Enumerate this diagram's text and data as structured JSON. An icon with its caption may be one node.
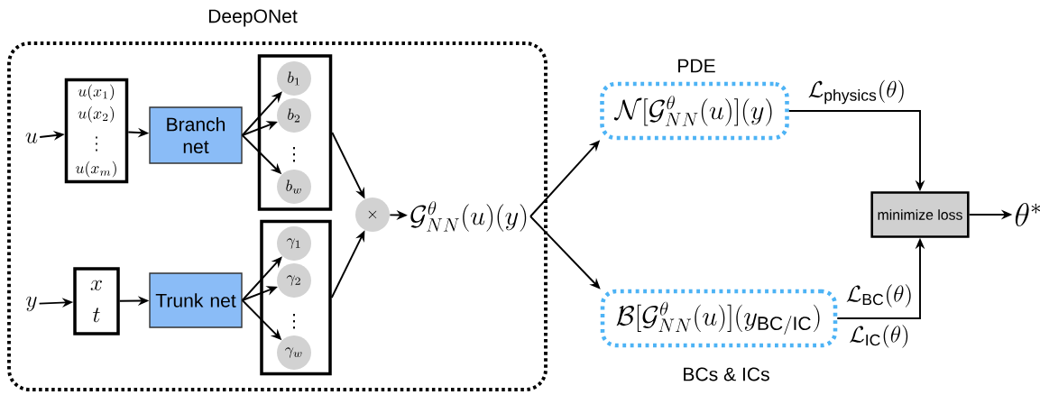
{
  "diagram": {
    "nodes": [
      {
        "text": [
          "DeepONet"
        ]
      },
      {
        "text": [
          "u"
        ],
        "in": 0
      },
      {
        "text": [
          "u(x_1)",
          "u(x_2)",
          "\\vdots",
          "u(x_m)"
        ],
        "in": 0
      },
      {
        "text": [
          "Branch net"
        ],
        "in": 0
      },
      {
        "text": [],
        "shape": "box",
        "in": 0
      },
      {
        "text": [
          "b_1"
        ],
        "in": 4
      },
      {
        "text": [
          "b_2"
        ],
        "in": 4
      },
      {
        "text": [
          "b_w"
        ],
        "in": 4
      },
      {
        "text": [
          "y"
        ],
        "in": 0
      },
      {
        "text": [
          "x",
          "t"
        ],
        "in": 0
      },
      {
        "text": [
          "Trunk net"
        ],
        "in": 0
      },
      {
        "text": [],
        "shape": "box",
        "in": 0
      },
      {
        "text": [
          "\\gamma_1"
        ],
        "in": 11
      },
      {
        "text": [
          "\\gamma_2"
        ],
        "in": 11
      },
      {
        "text": [
          "\\gamma_w"
        ],
        "in": 11
      },
      {
        "text": [
          "\\times"
        ],
        "in": 0
      },
      {
        "text": [
          "\\mathcal{G}^{\\theta}_{NN}(u)(y)"
        ],
        "in": 0
      },
      {
        "text": [
          "PDE",
          "\\mathcal{N}[\\mathcal{G}^{\\theta}_{NN}(u)](y)"
        ]
      },
      {
        "text": [
          "\\mathcal{B}[\\mathcal{G}^{\\theta}_{NN}(u)](y_{\\mathrm{BC/IC}})",
          "BCs & ICs"
        ]
      },
      {
        "text": [
          "minimize loss"
        ]
      },
      {
        "text": [
          "\\theta^{*}"
        ]
      }
    ],
    "edges": [
      {
        "from": 1,
        "to": 2,
        "arrow": "to"
      },
      {
        "from": 2,
        "to": 3,
        "arrow": "to"
      },
      {
        "from": 3,
        "to": 5,
        "arrow": "to"
      },
      {
        "from": 3,
        "to": 6,
        "arrow": "to"
      },
      {
        "from": 3,
        "to": 7,
        "arrow": "to"
      },
      {
        "from": 4,
        "to": 15,
        "arrow": "to"
      },
      {
        "from": 8,
        "to": 9,
        "arrow": "to"
      },
      {
        "from": 9,
        "to": 10,
        "arrow": "to"
      },
      {
        "from": 10,
        "to": 12,
        "arrow": "to"
      },
      {
        "from": 10,
        "to": 13,
        "arrow": "to"
      },
      {
        "from": 10,
        "to": 14,
        "arrow": "to"
      },
      {
        "from": 11,
        "to": 15,
        "arrow": "to"
      },
      {
        "from": 15,
        "to": 16,
        "arrow": "to"
      },
      {
        "from": 16,
        "to": 17,
        "arrow": "to"
      },
      {
        "from": 16,
        "to": 18,
        "arrow": "to"
      },
      {
        "from": 17,
        "to": 19,
        "arrow": "to",
        "label": "\\mathcal{L}_{\\mathrm{physics}}(\\theta)"
      },
      {
        "from": 18,
        "to": 19,
        "arrow": "to",
        "label": "\\mathcal{L}_{\\mathrm{BC}}(\\theta)"
      },
      {
        "from": 19,
        "to": 20,
        "arrow": "to"
      }
    ],
    "labels": [
      "\\vdots",
      "\\vdots",
      "\\mathcal{L}_{\\mathrm{IC}}(\\theta)"
    ]
  }
}
